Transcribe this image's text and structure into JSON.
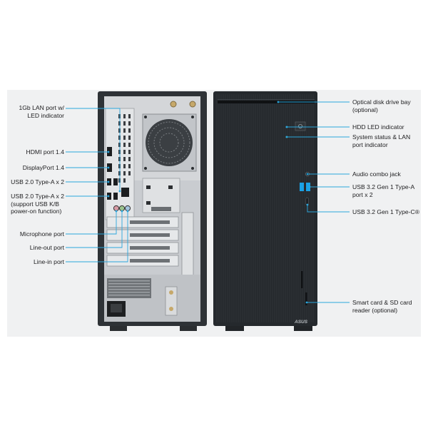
{
  "brand_text": "ASUS",
  "colors": {
    "callout": "#2aa6dc",
    "chassis": "#25292d",
    "panel": "#f0f1f2",
    "highlight": "#1ba2e6"
  },
  "left_callouts": [
    {
      "id": "lan",
      "text": "1Gb LAN port w/\nLED indicator"
    },
    {
      "id": "hdmi",
      "text": "HDMI port 1.4"
    },
    {
      "id": "dp",
      "text": "DisplayPort 1.4"
    },
    {
      "id": "usb20a",
      "text": "USB 2.0 Type-A x 2"
    },
    {
      "id": "usb20b",
      "text": "USB 2.0 Type-A x 2\n(support USB K/B\npower-on function)"
    },
    {
      "id": "mic",
      "text": "Microphone port"
    },
    {
      "id": "lineout",
      "text": "Line-out port"
    },
    {
      "id": "linein",
      "text": "Line-in port"
    }
  ],
  "right_callouts": [
    {
      "id": "odd",
      "text": "Optical disk drive bay\n(optional)"
    },
    {
      "id": "hddled",
      "text": "HDD LED indicator"
    },
    {
      "id": "status",
      "text": "System status & LAN\nport indicator"
    },
    {
      "id": "audio",
      "text": "Audio combo jack"
    },
    {
      "id": "usb32a",
      "text": "USB 3.2 Gen 1 Type-A\nport x 2"
    },
    {
      "id": "usb32c",
      "text": "USB 3.2 Gen 1 Type-C®"
    },
    {
      "id": "card",
      "text": "Smart card & SD card\nreader (optional)"
    }
  ]
}
